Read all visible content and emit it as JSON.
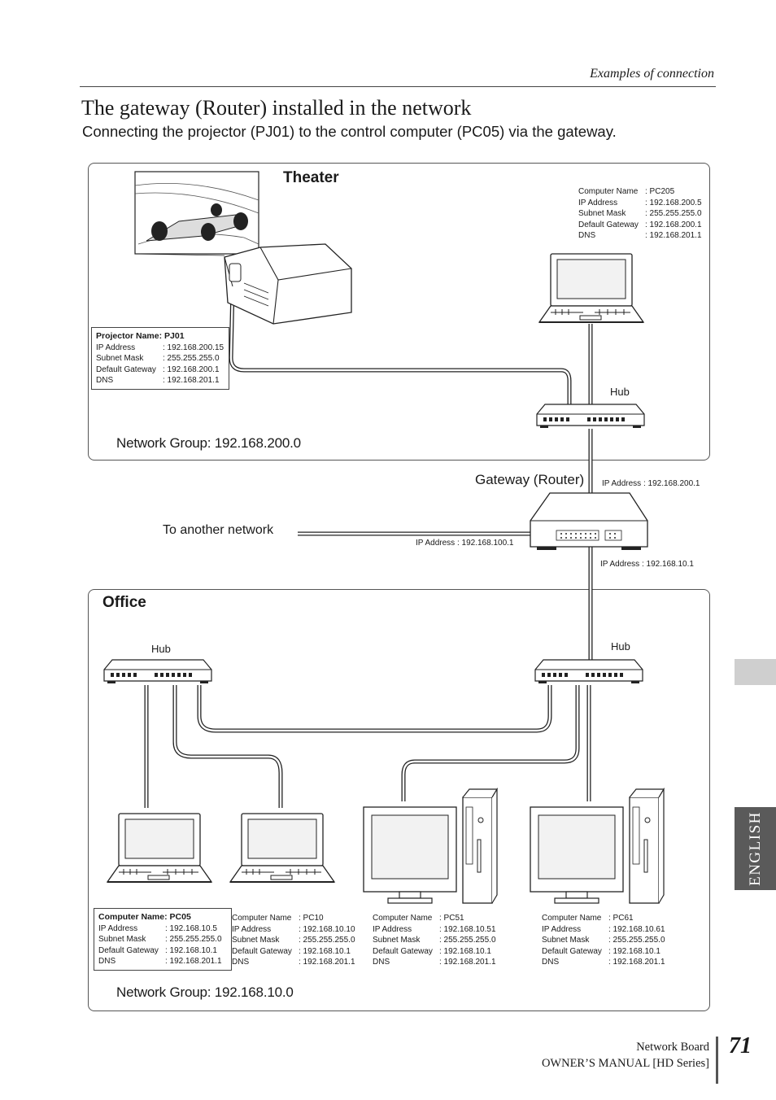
{
  "header": {
    "section_label": "Examples of connection",
    "title": "The gateway (Router) installed in the network",
    "subtitle": "Connecting the projector (PJ01) to the control computer (PC05) via the gateway."
  },
  "theater": {
    "label": "Theater",
    "network_group": "Network Group: 192.168.200.0",
    "hub_label": "Hub",
    "projector": {
      "heading": "Projector Name: PJ01",
      "rows": [
        {
          "k": "IP Address",
          "v": ": 192.168.200.15"
        },
        {
          "k": "Subnet Mask",
          "v": ": 255.255.255.0"
        },
        {
          "k": "Default Gateway",
          "v": ": 192.168.200.1"
        },
        {
          "k": "DNS",
          "v": ": 192.168.201.1"
        }
      ]
    },
    "pc205": {
      "rows": [
        {
          "k": "Computer Name",
          "v": ": PC205"
        },
        {
          "k": "IP Address",
          "v": ": 192.168.200.5"
        },
        {
          "k": "Subnet Mask",
          "v": ": 255.255.255.0"
        },
        {
          "k": "Default Gateway",
          "v": ": 192.168.200.1"
        },
        {
          "k": "DNS",
          "v": ": 192.168.201.1"
        }
      ]
    }
  },
  "gateway": {
    "label": "Gateway (Router)",
    "ip_top": "IP Address : 192.168.200.1",
    "ip_left": "IP Address : 192.168.100.1",
    "ip_bottom": "IP Address : 192.168.10.1",
    "another_network": "To another network"
  },
  "office": {
    "label": "Office",
    "network_group": "Network Group: 192.168.10.0",
    "hub_left_label": "Hub",
    "hub_right_label": "Hub",
    "pc05": {
      "heading": "Computer Name: PC05",
      "rows": [
        {
          "k": "IP Address",
          "v": ": 192.168.10.5"
        },
        {
          "k": "Subnet Mask",
          "v": ": 255.255.255.0"
        },
        {
          "k": "Default Gateway",
          "v": ": 192.168.10.1"
        },
        {
          "k": "DNS",
          "v": ": 192.168.201.1"
        }
      ]
    },
    "pc10": {
      "rows": [
        {
          "k": "Computer Name",
          "v": ": PC10"
        },
        {
          "k": "IP Address",
          "v": ": 192.168.10.10"
        },
        {
          "k": "Subnet Mask",
          "v": ": 255.255.255.0"
        },
        {
          "k": "Default Gateway",
          "v": ": 192.168.10.1"
        },
        {
          "k": "DNS",
          "v": ": 192.168.201.1"
        }
      ]
    },
    "pc51": {
      "rows": [
        {
          "k": "Computer Name",
          "v": ": PC51"
        },
        {
          "k": "IP Address",
          "v": ": 192.168.10.51"
        },
        {
          "k": "Subnet Mask",
          "v": ": 255.255.255.0"
        },
        {
          "k": "Default Gateway",
          "v": ": 192.168.10.1"
        },
        {
          "k": "DNS",
          "v": ": 192.168.201.1"
        }
      ]
    },
    "pc61": {
      "rows": [
        {
          "k": "Computer Name",
          "v": ": PC61"
        },
        {
          "k": "IP Address",
          "v": ": 192.168.10.61"
        },
        {
          "k": "Subnet Mask",
          "v": ": 255.255.255.0"
        },
        {
          "k": "Default Gateway",
          "v": ": 192.168.10.1"
        },
        {
          "k": "DNS",
          "v": ": 192.168.201.1"
        }
      ]
    }
  },
  "side_tab": {
    "label": "ENGLISH"
  },
  "footer": {
    "line1": "Network Board",
    "line2": "OWNER’S MANUAL [HD Series]",
    "page_number": "71"
  }
}
